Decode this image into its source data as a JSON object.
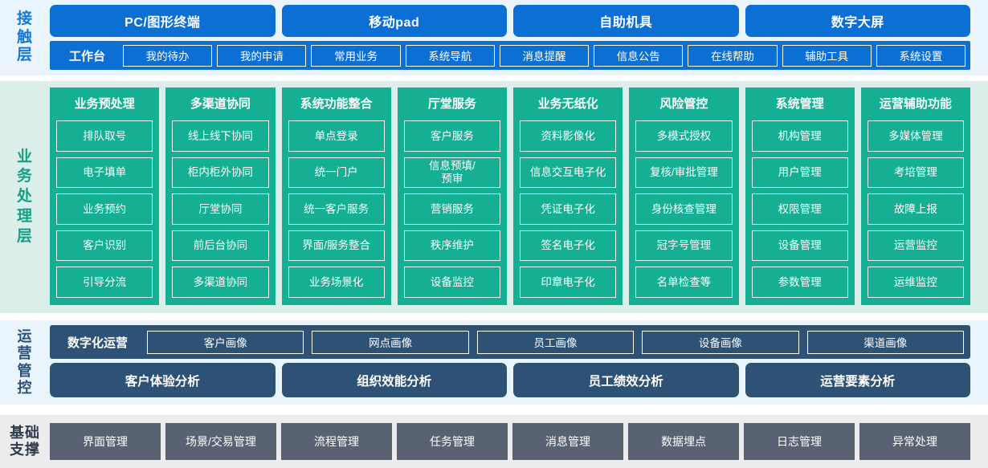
{
  "layers": {
    "contact": {
      "label": "接触层",
      "label_chars": [
        "接",
        "触",
        "层"
      ],
      "accent": "#0b6fd4",
      "background": "#eaf4fd",
      "channels": [
        "PC/图形终端",
        "移动pad",
        "自助机具",
        "数字大屏"
      ],
      "workbench_title": "工作台",
      "workbench_items": [
        "我的待办",
        "我的申请",
        "常用业务",
        "系统导航",
        "消息提醒",
        "信息公告",
        "在线帮助",
        "辅助工具",
        "系统设置"
      ]
    },
    "business": {
      "label": "业务处理层",
      "label_chars": [
        "业",
        "务",
        "处",
        "理",
        "层"
      ],
      "accent": "#15b094",
      "background": "#dceee9",
      "columns": [
        {
          "title": "业务预处理",
          "items": [
            "排队取号",
            "电子填单",
            "业务预约",
            "客户识别",
            "引导分流"
          ]
        },
        {
          "title": "多渠道协同",
          "items": [
            "线上线下协同",
            "柜内柜外协同",
            "厅堂协同",
            "前后台协同",
            "多渠道协同"
          ]
        },
        {
          "title": "系统功能整合",
          "items": [
            "单点登录",
            "统一门户",
            "统一客户服务",
            "界面/服务整合",
            "业务场景化"
          ]
        },
        {
          "title": "厅堂服务",
          "items": [
            "客户服务",
            "信息预填/\n预审",
            "营销服务",
            "秩序维护",
            "设备监控"
          ]
        },
        {
          "title": "业务无纸化",
          "items": [
            "资料影像化",
            "信息交互电子化",
            "凭证电子化",
            "签名电子化",
            "印章电子化"
          ]
        },
        {
          "title": "风险管控",
          "items": [
            "多模式授权",
            "复核/审批管理",
            "身份核查管理",
            "冠字号管理",
            "名单检查等"
          ]
        },
        {
          "title": "系统管理",
          "items": [
            "机构管理",
            "用户管理",
            "权限管理",
            "设备管理",
            "参数管理"
          ]
        },
        {
          "title": "运营辅助功能",
          "items": [
            "多媒体管理",
            "考培管理",
            "故障上报",
            "运营监控",
            "运维监控"
          ]
        }
      ]
    },
    "operations": {
      "label": "运营管控",
      "label_chars": [
        "运",
        "营",
        "管",
        "控"
      ],
      "accent": "#2e5276",
      "background": "#eaf4fd",
      "portrait_title": "数字化运营",
      "portrait_items": [
        "客户画像",
        "网点画像",
        "员工画像",
        "设备画像",
        "渠道画像"
      ],
      "analysis_items": [
        "客户体验分析",
        "组织效能分析",
        "员工绩效分析",
        "运营要素分析"
      ]
    },
    "base": {
      "label": "基础支撑",
      "label_lines": [
        "基础",
        "支撑"
      ],
      "accent": "#596272",
      "background": "#ececec",
      "items": [
        "界面管理",
        "场景/交易管理",
        "流程管理",
        "任务管理",
        "消息管理",
        "数据埋点",
        "日志管理",
        "异常处理"
      ]
    }
  }
}
